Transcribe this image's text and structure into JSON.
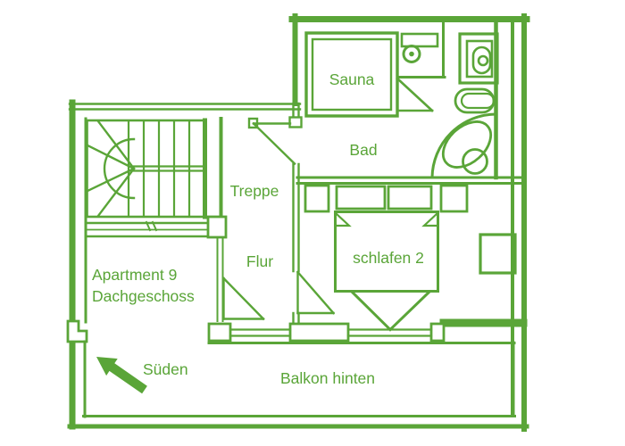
{
  "plan": {
    "type": "apartment-floor-plan",
    "line_color": "#5aa538",
    "background_color": "#ffffff",
    "labels": {
      "sauna": "Sauna",
      "bad": "Bad",
      "treppe": "Treppe",
      "flur": "Flur",
      "schlafen": "schlafen 2",
      "apartment_line1": "Apartment 9",
      "apartment_line2": "Dachgeschoss",
      "sueden": "Süden",
      "balkon": "Balkon hinten"
    },
    "rooms": [
      {
        "name": "Sauna"
      },
      {
        "name": "Bad"
      },
      {
        "name": "Treppe"
      },
      {
        "name": "Flur"
      },
      {
        "name": "schlafen 2"
      },
      {
        "name": "Balkon hinten"
      }
    ],
    "orientation_note": "Süden"
  }
}
